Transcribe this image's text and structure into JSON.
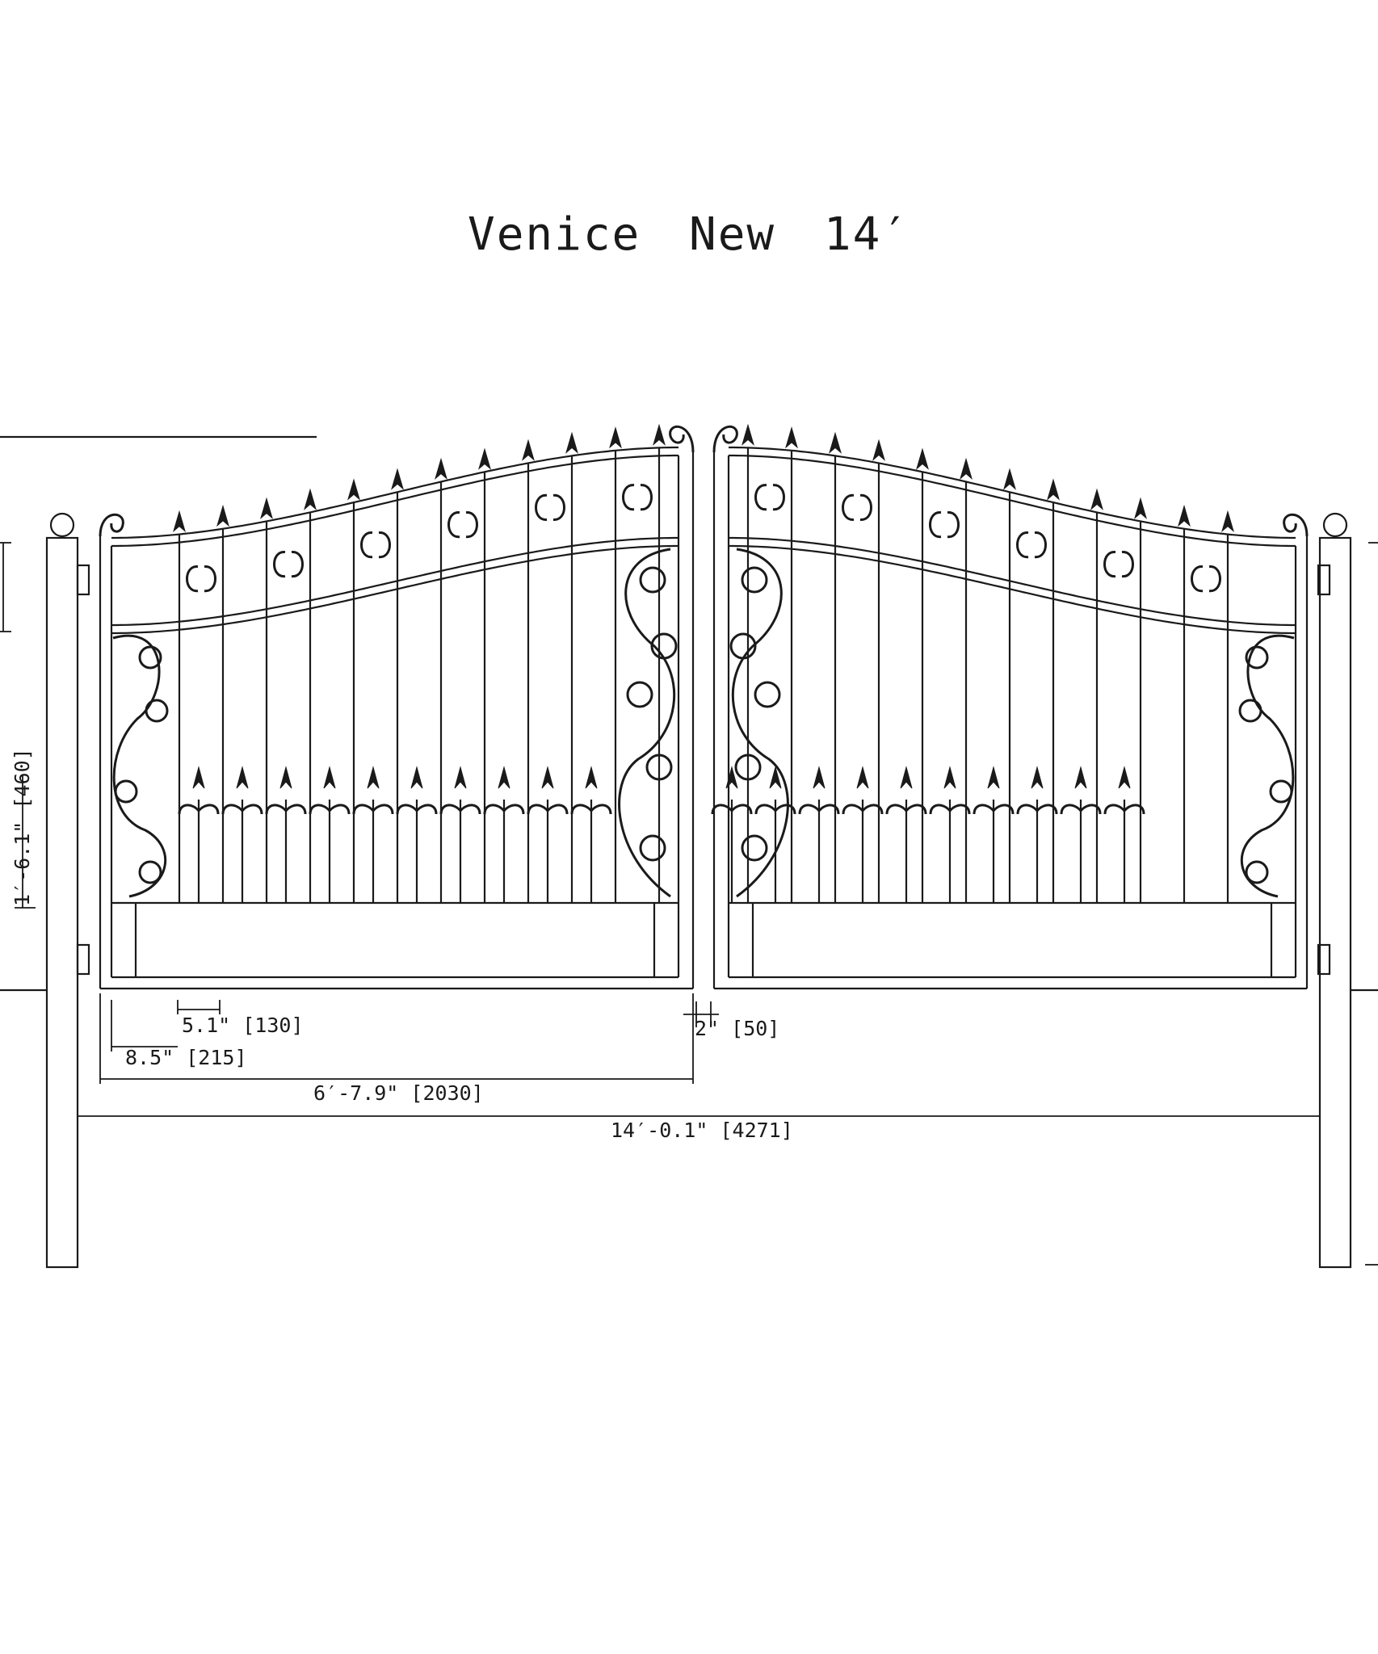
{
  "title": "Venice   New 14′",
  "dimensions": {
    "picket_gap": "5.1\"  [130]",
    "edge_offset": "8.5\"  [215]",
    "center_gap": "2\"  [50]",
    "leaf_width": "6′-7.9\"  [2030]",
    "overall_width": "14′-0.1\"  [4271]",
    "puppy_height": "1′-6.1\"  [460]"
  },
  "colors": {
    "line": "#1a1a1a",
    "background": "#ffffff"
  }
}
